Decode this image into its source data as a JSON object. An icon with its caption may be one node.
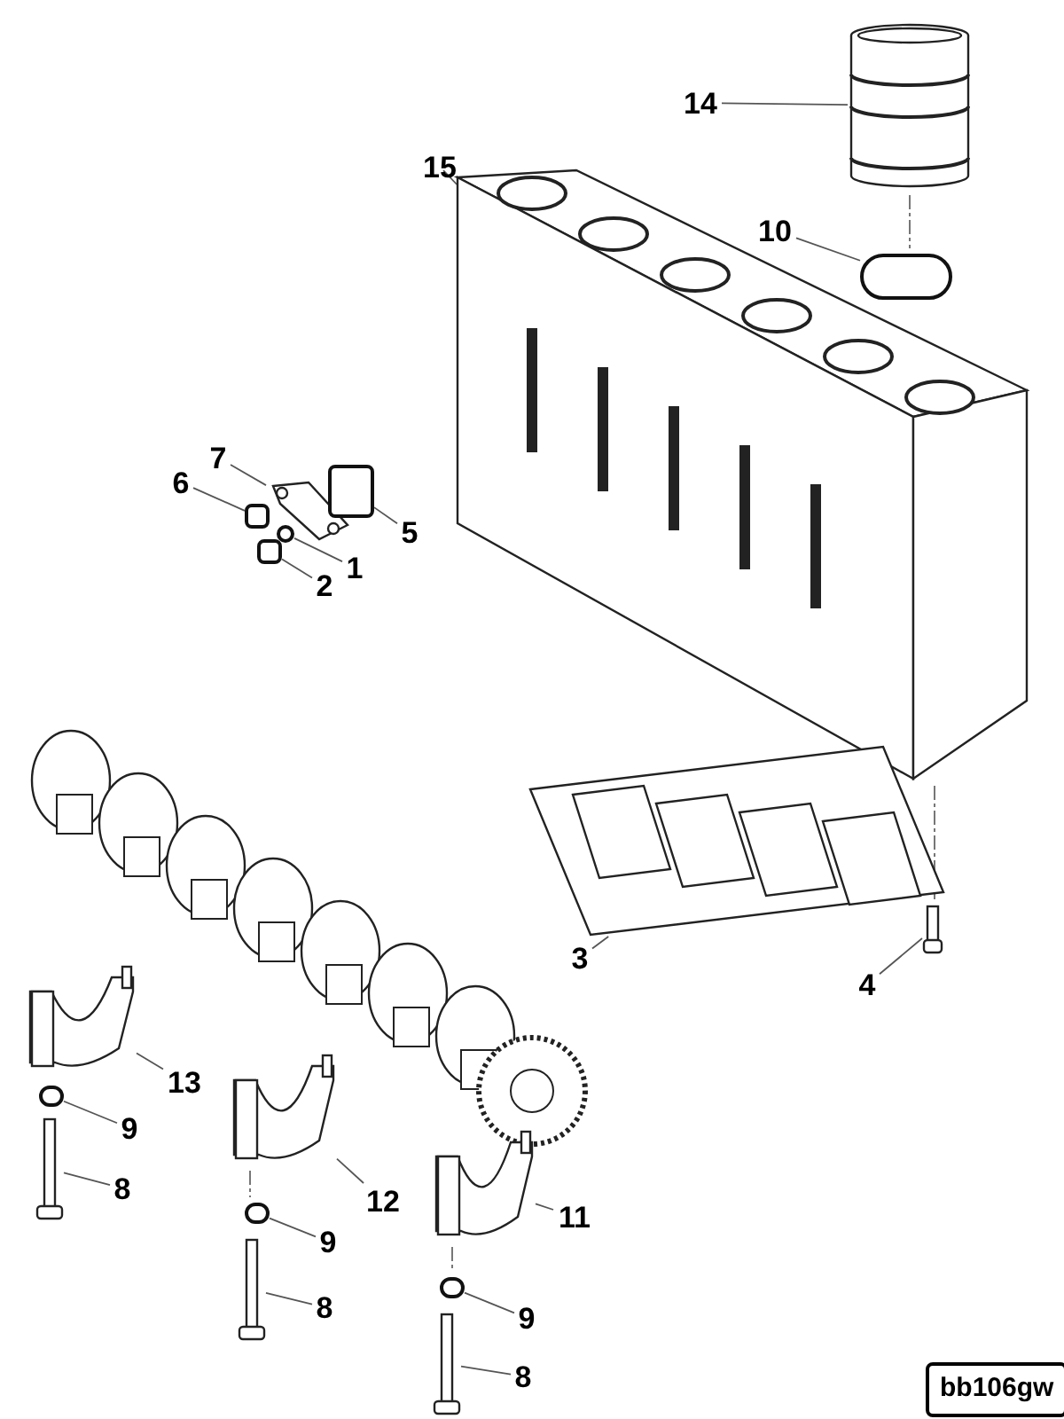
{
  "diagram": {
    "nodes": [
      {
        "text": [
          "14"
        ]
      },
      {
        "text": [
          "15"
        ]
      },
      {
        "text": [
          "10"
        ]
      },
      {
        "text": [
          "7"
        ]
      },
      {
        "text": [
          "6"
        ]
      },
      {
        "text": [
          "5"
        ]
      },
      {
        "text": [
          "1"
        ]
      },
      {
        "text": [
          "2"
        ]
      },
      {
        "text": [
          "3"
        ]
      },
      {
        "text": [
          "4"
        ]
      },
      {
        "text": [
          "13"
        ]
      },
      {
        "text": [
          "9"
        ]
      },
      {
        "text": [
          "8"
        ]
      },
      {
        "text": [
          "12"
        ]
      },
      {
        "text": [
          "9"
        ]
      },
      {
        "text": [
          "8"
        ]
      },
      {
        "text": [
          "11"
        ]
      },
      {
        "text": [
          "9"
        ]
      },
      {
        "text": [
          "8"
        ]
      },
      {
        "text": [],
        "shape": "picture"
      },
      {
        "text": [],
        "shape": "picture"
      },
      {
        "text": [],
        "shape": "circle"
      },
      {
        "text": [],
        "shape": "picture"
      },
      {
        "text": [],
        "shape": "box"
      },
      {
        "text": [],
        "shape": "box"
      },
      {
        "text": [],
        "shape": "circle"
      },
      {
        "text": [],
        "shape": "box"
      },
      {
        "text": [],
        "shape": "picture"
      },
      {
        "text": [],
        "shape": "picture"
      },
      {
        "text": [],
        "shape": "picture"
      },
      {
        "text": [],
        "shape": "circle"
      },
      {
        "text": [],
        "shape": "picture"
      },
      {
        "text": [],
        "shape": "picture"
      },
      {
        "text": [],
        "shape": "circle"
      },
      {
        "text": [],
        "shape": "picture"
      },
      {
        "text": [],
        "shape": "picture"
      },
      {
        "text": [],
        "shape": "circle"
      },
      {
        "text": [],
        "shape": "picture"
      }
    ],
    "edges": [
      {
        "from": 0,
        "to": 19,
        "arrow": "none"
      },
      {
        "from": 1,
        "to": 20,
        "arrow": "none"
      },
      {
        "from": 2,
        "to": 21,
        "arrow": "none"
      },
      {
        "from": 3,
        "to": 22,
        "arrow": "none"
      },
      {
        "from": 4,
        "to": 23,
        "arrow": "none"
      },
      {
        "from": 5,
        "to": 24,
        "arrow": "none"
      },
      {
        "from": 6,
        "to": 25,
        "arrow": "none"
      },
      {
        "from": 7,
        "to": 26,
        "arrow": "none"
      },
      {
        "from": 8,
        "to": 27,
        "arrow": "none"
      },
      {
        "from": 9,
        "to": 28,
        "arrow": "none"
      },
      {
        "from": 10,
        "to": 29,
        "arrow": "none"
      },
      {
        "from": 11,
        "to": 30,
        "arrow": "none"
      },
      {
        "from": 12,
        "to": 31,
        "arrow": "none"
      },
      {
        "from": 13,
        "to": 32,
        "arrow": "none"
      },
      {
        "from": 14,
        "to": 33,
        "arrow": "none"
      },
      {
        "from": 15,
        "to": 34,
        "arrow": "none"
      },
      {
        "from": 16,
        "to": 35,
        "arrow": "none"
      },
      {
        "from": 17,
        "to": 36,
        "arrow": "none"
      },
      {
        "from": 18,
        "to": 37,
        "arrow": "none"
      }
    ],
    "labels": [
      "bb106gw"
    ]
  }
}
